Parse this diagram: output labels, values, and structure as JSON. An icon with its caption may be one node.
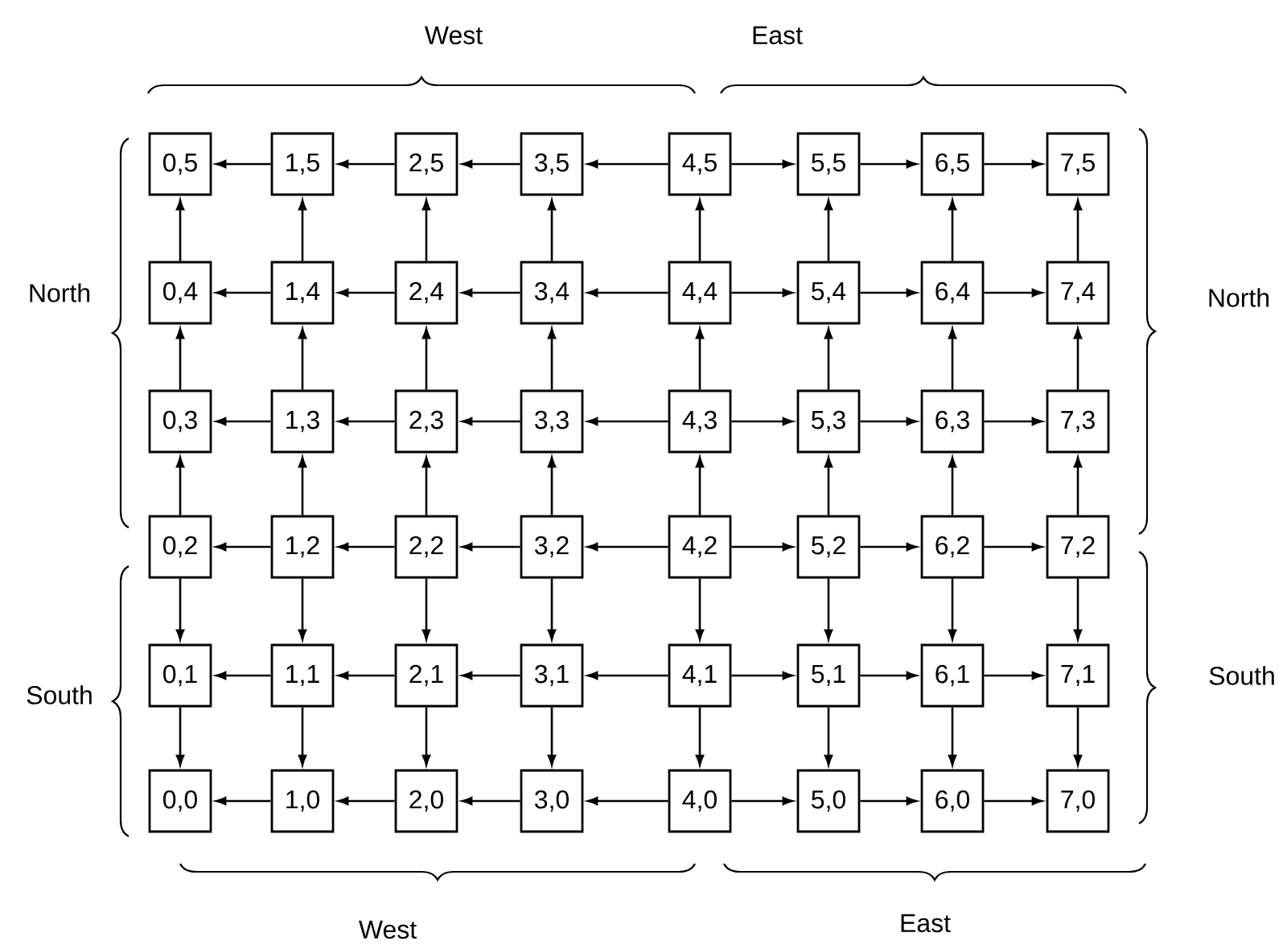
{
  "diagram": {
    "nodes": [
      {
        "text": [
          "0,5"
        ]
      },
      {
        "text": [
          "1,5"
        ]
      },
      {
        "text": [
          "2,5"
        ]
      },
      {
        "text": [
          "3,5"
        ]
      },
      {
        "text": [
          "4,5"
        ]
      },
      {
        "text": [
          "5,5"
        ]
      },
      {
        "text": [
          "6,5"
        ]
      },
      {
        "text": [
          "7,5"
        ]
      },
      {
        "text": [
          "0,4"
        ]
      },
      {
        "text": [
          "1,4"
        ]
      },
      {
        "text": [
          "2,4"
        ]
      },
      {
        "text": [
          "3,4"
        ]
      },
      {
        "text": [
          "4,4"
        ]
      },
      {
        "text": [
          "5,4"
        ]
      },
      {
        "text": [
          "6,4"
        ]
      },
      {
        "text": [
          "7,4"
        ]
      },
      {
        "text": [
          "0,3"
        ]
      },
      {
        "text": [
          "1,3"
        ]
      },
      {
        "text": [
          "2,3"
        ]
      },
      {
        "text": [
          "3,3"
        ]
      },
      {
        "text": [
          "4,3"
        ]
      },
      {
        "text": [
          "5,3"
        ]
      },
      {
        "text": [
          "6,3"
        ]
      },
      {
        "text": [
          "7,3"
        ]
      },
      {
        "text": [
          "0,2"
        ]
      },
      {
        "text": [
          "1,2"
        ]
      },
      {
        "text": [
          "2,2"
        ]
      },
      {
        "text": [
          "3,2"
        ]
      },
      {
        "text": [
          "4,2"
        ]
      },
      {
        "text": [
          "5,2"
        ]
      },
      {
        "text": [
          "6,2"
        ]
      },
      {
        "text": [
          "7,2"
        ]
      },
      {
        "text": [
          "0,1"
        ]
      },
      {
        "text": [
          "1,1"
        ]
      },
      {
        "text": [
          "2,1"
        ]
      },
      {
        "text": [
          "3,1"
        ]
      },
      {
        "text": [
          "4,1"
        ]
      },
      {
        "text": [
          "5,1"
        ]
      },
      {
        "text": [
          "6,1"
        ]
      },
      {
        "text": [
          "7,1"
        ]
      },
      {
        "text": [
          "0,0"
        ]
      },
      {
        "text": [
          "1,0"
        ]
      },
      {
        "text": [
          "2,0"
        ]
      },
      {
        "text": [
          "3,0"
        ]
      },
      {
        "text": [
          "4,0"
        ]
      },
      {
        "text": [
          "5,0"
        ]
      },
      {
        "text": [
          "6,0"
        ]
      },
      {
        "text": [
          "7,0"
        ]
      }
    ],
    "edges": [
      {
        "from": 4,
        "to": 3,
        "arrow": "to"
      },
      {
        "from": 3,
        "to": 2,
        "arrow": "to"
      },
      {
        "from": 2,
        "to": 1,
        "arrow": "to"
      },
      {
        "from": 1,
        "to": 0,
        "arrow": "to"
      },
      {
        "from": 4,
        "to": 5,
        "arrow": "to"
      },
      {
        "from": 5,
        "to": 6,
        "arrow": "to"
      },
      {
        "from": 6,
        "to": 7,
        "arrow": "to"
      },
      {
        "from": 12,
        "to": 11,
        "arrow": "to"
      },
      {
        "from": 11,
        "to": 10,
        "arrow": "to"
      },
      {
        "from": 10,
        "to": 9,
        "arrow": "to"
      },
      {
        "from": 9,
        "to": 8,
        "arrow": "to"
      },
      {
        "from": 12,
        "to": 13,
        "arrow": "to"
      },
      {
        "from": 13,
        "to": 14,
        "arrow": "to"
      },
      {
        "from": 14,
        "to": 15,
        "arrow": "to"
      },
      {
        "from": 20,
        "to": 19,
        "arrow": "to"
      },
      {
        "from": 19,
        "to": 18,
        "arrow": "to"
      },
      {
        "from": 18,
        "to": 17,
        "arrow": "to"
      },
      {
        "from": 17,
        "to": 16,
        "arrow": "to"
      },
      {
        "from": 20,
        "to": 21,
        "arrow": "to"
      },
      {
        "from": 21,
        "to": 22,
        "arrow": "to"
      },
      {
        "from": 22,
        "to": 23,
        "arrow": "to"
      },
      {
        "from": 28,
        "to": 27,
        "arrow": "to"
      },
      {
        "from": 27,
        "to": 26,
        "arrow": "to"
      },
      {
        "from": 26,
        "to": 25,
        "arrow": "to"
      },
      {
        "from": 25,
        "to": 24,
        "arrow": "to"
      },
      {
        "from": 28,
        "to": 29,
        "arrow": "to"
      },
      {
        "from": 29,
        "to": 30,
        "arrow": "to"
      },
      {
        "from": 30,
        "to": 31,
        "arrow": "to"
      },
      {
        "from": 36,
        "to": 35,
        "arrow": "to"
      },
      {
        "from": 35,
        "to": 34,
        "arrow": "to"
      },
      {
        "from": 34,
        "to": 33,
        "arrow": "to"
      },
      {
        "from": 33,
        "to": 32,
        "arrow": "to"
      },
      {
        "from": 36,
        "to": 37,
        "arrow": "to"
      },
      {
        "from": 37,
        "to": 38,
        "arrow": "to"
      },
      {
        "from": 38,
        "to": 39,
        "arrow": "to"
      },
      {
        "from": 44,
        "to": 43,
        "arrow": "to"
      },
      {
        "from": 43,
        "to": 42,
        "arrow": "to"
      },
      {
        "from": 42,
        "to": 41,
        "arrow": "to"
      },
      {
        "from": 41,
        "to": 40,
        "arrow": "to"
      },
      {
        "from": 44,
        "to": 45,
        "arrow": "to"
      },
      {
        "from": 45,
        "to": 46,
        "arrow": "to"
      },
      {
        "from": 46,
        "to": 47,
        "arrow": "to"
      },
      {
        "from": 24,
        "to": 16,
        "arrow": "to"
      },
      {
        "from": 16,
        "to": 8,
        "arrow": "to"
      },
      {
        "from": 8,
        "to": 0,
        "arrow": "to"
      },
      {
        "from": 24,
        "to": 32,
        "arrow": "to"
      },
      {
        "from": 32,
        "to": 40,
        "arrow": "to"
      },
      {
        "from": 25,
        "to": 17,
        "arrow": "to"
      },
      {
        "from": 17,
        "to": 9,
        "arrow": "to"
      },
      {
        "from": 9,
        "to": 1,
        "arrow": "to"
      },
      {
        "from": 25,
        "to": 33,
        "arrow": "to"
      },
      {
        "from": 33,
        "to": 41,
        "arrow": "to"
      },
      {
        "from": 26,
        "to": 18,
        "arrow": "to"
      },
      {
        "from": 18,
        "to": 10,
        "arrow": "to"
      },
      {
        "from": 10,
        "to": 2,
        "arrow": "to"
      },
      {
        "from": 26,
        "to": 34,
        "arrow": "to"
      },
      {
        "from": 34,
        "to": 42,
        "arrow": "to"
      },
      {
        "from": 27,
        "to": 19,
        "arrow": "to"
      },
      {
        "from": 19,
        "to": 11,
        "arrow": "to"
      },
      {
        "from": 11,
        "to": 3,
        "arrow": "to"
      },
      {
        "from": 27,
        "to": 35,
        "arrow": "to"
      },
      {
        "from": 35,
        "to": 43,
        "arrow": "to"
      },
      {
        "from": 28,
        "to": 20,
        "arrow": "to"
      },
      {
        "from": 20,
        "to": 12,
        "arrow": "to"
      },
      {
        "from": 12,
        "to": 4,
        "arrow": "to"
      },
      {
        "from": 28,
        "to": 36,
        "arrow": "to"
      },
      {
        "from": 36,
        "to": 44,
        "arrow": "to"
      },
      {
        "from": 29,
        "to": 21,
        "arrow": "to"
      },
      {
        "from": 21,
        "to": 13,
        "arrow": "to"
      },
      {
        "from": 13,
        "to": 5,
        "arrow": "to"
      },
      {
        "from": 29,
        "to": 37,
        "arrow": "to"
      },
      {
        "from": 37,
        "to": 45,
        "arrow": "to"
      },
      {
        "from": 30,
        "to": 22,
        "arrow": "to"
      },
      {
        "from": 22,
        "to": 14,
        "arrow": "to"
      },
      {
        "from": 14,
        "to": 6,
        "arrow": "to"
      },
      {
        "from": 30,
        "to": 38,
        "arrow": "to"
      },
      {
        "from": 38,
        "to": 46,
        "arrow": "to"
      },
      {
        "from": 31,
        "to": 23,
        "arrow": "to"
      },
      {
        "from": 23,
        "to": 15,
        "arrow": "to"
      },
      {
        "from": 15,
        "to": 7,
        "arrow": "to"
      },
      {
        "from": 31,
        "to": 39,
        "arrow": "to"
      },
      {
        "from": 39,
        "to": 47,
        "arrow": "to"
      }
    ],
    "labels": [
      "West",
      "East",
      "North",
      "North",
      "South",
      "South",
      "West",
      "East"
    ]
  }
}
